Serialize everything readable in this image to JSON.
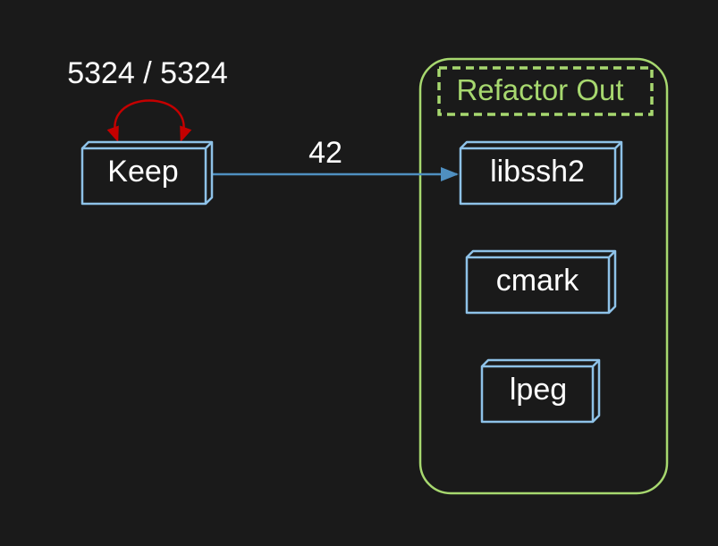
{
  "colors": {
    "background": "#1a1a1a",
    "node_stroke": "#8ec2e8",
    "node_text": "#ffffff",
    "group_stroke": "#a7d86f",
    "group_text": "#a7d86f",
    "edge": "#4f8fc0",
    "self_loop": "#c40000",
    "label_text": "#ffffff"
  },
  "nodes": {
    "keep": {
      "label": "Keep"
    },
    "libssh2": {
      "label": "libssh2"
    },
    "cmark": {
      "label": "cmark"
    },
    "lpeg": {
      "label": "lpeg"
    }
  },
  "group": {
    "label": "Refactor Out",
    "members": [
      "libssh2",
      "cmark",
      "lpeg"
    ]
  },
  "edges": [
    {
      "from": "keep",
      "to": "keep",
      "label": "5324 / 5324"
    },
    {
      "from": "keep",
      "to": "libssh2",
      "label": "42"
    }
  ]
}
